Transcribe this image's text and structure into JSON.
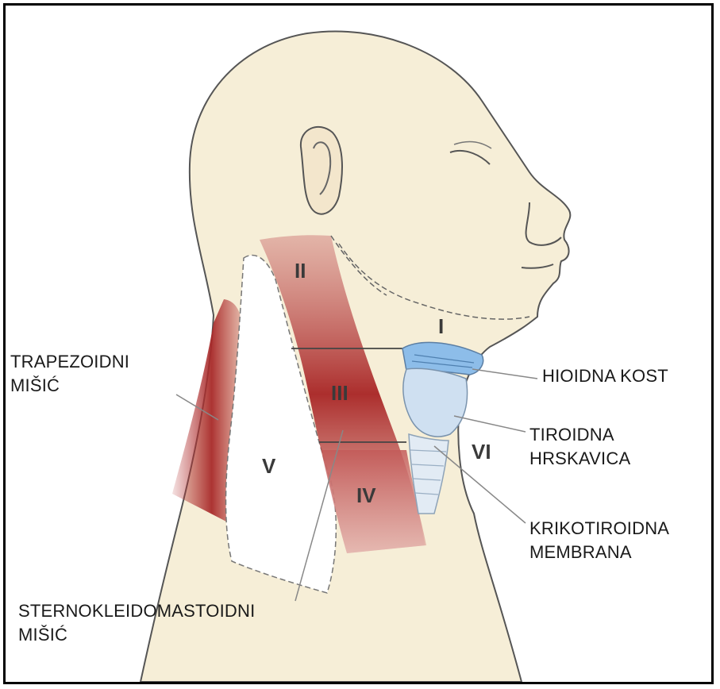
{
  "levels": {
    "I": "I",
    "II": "II",
    "III": "III",
    "IV": "IV",
    "V": "V",
    "VI": "VI"
  },
  "labels": {
    "trapezius_line1": "TRAPEZOIDNI",
    "trapezius_line2": "MIŠIĆ",
    "hyoid": "HIOIDNA KOST",
    "thyroid_line1": "TIROIDNA",
    "thyroid_line2": "HRSKAVICA",
    "cricothyroid_line1": "KRIKOTIROIDNA",
    "cricothyroid_line2": "MEMBRANA",
    "scm_line1": "STERNOKLEIDOMASTOIDNI",
    "scm_line2": "MIŠIĆ"
  },
  "colors": {
    "skin": "#f6eed7",
    "muscle": "#b83a3a",
    "cartilage": "#7fb4e6",
    "outline": "#555555"
  }
}
